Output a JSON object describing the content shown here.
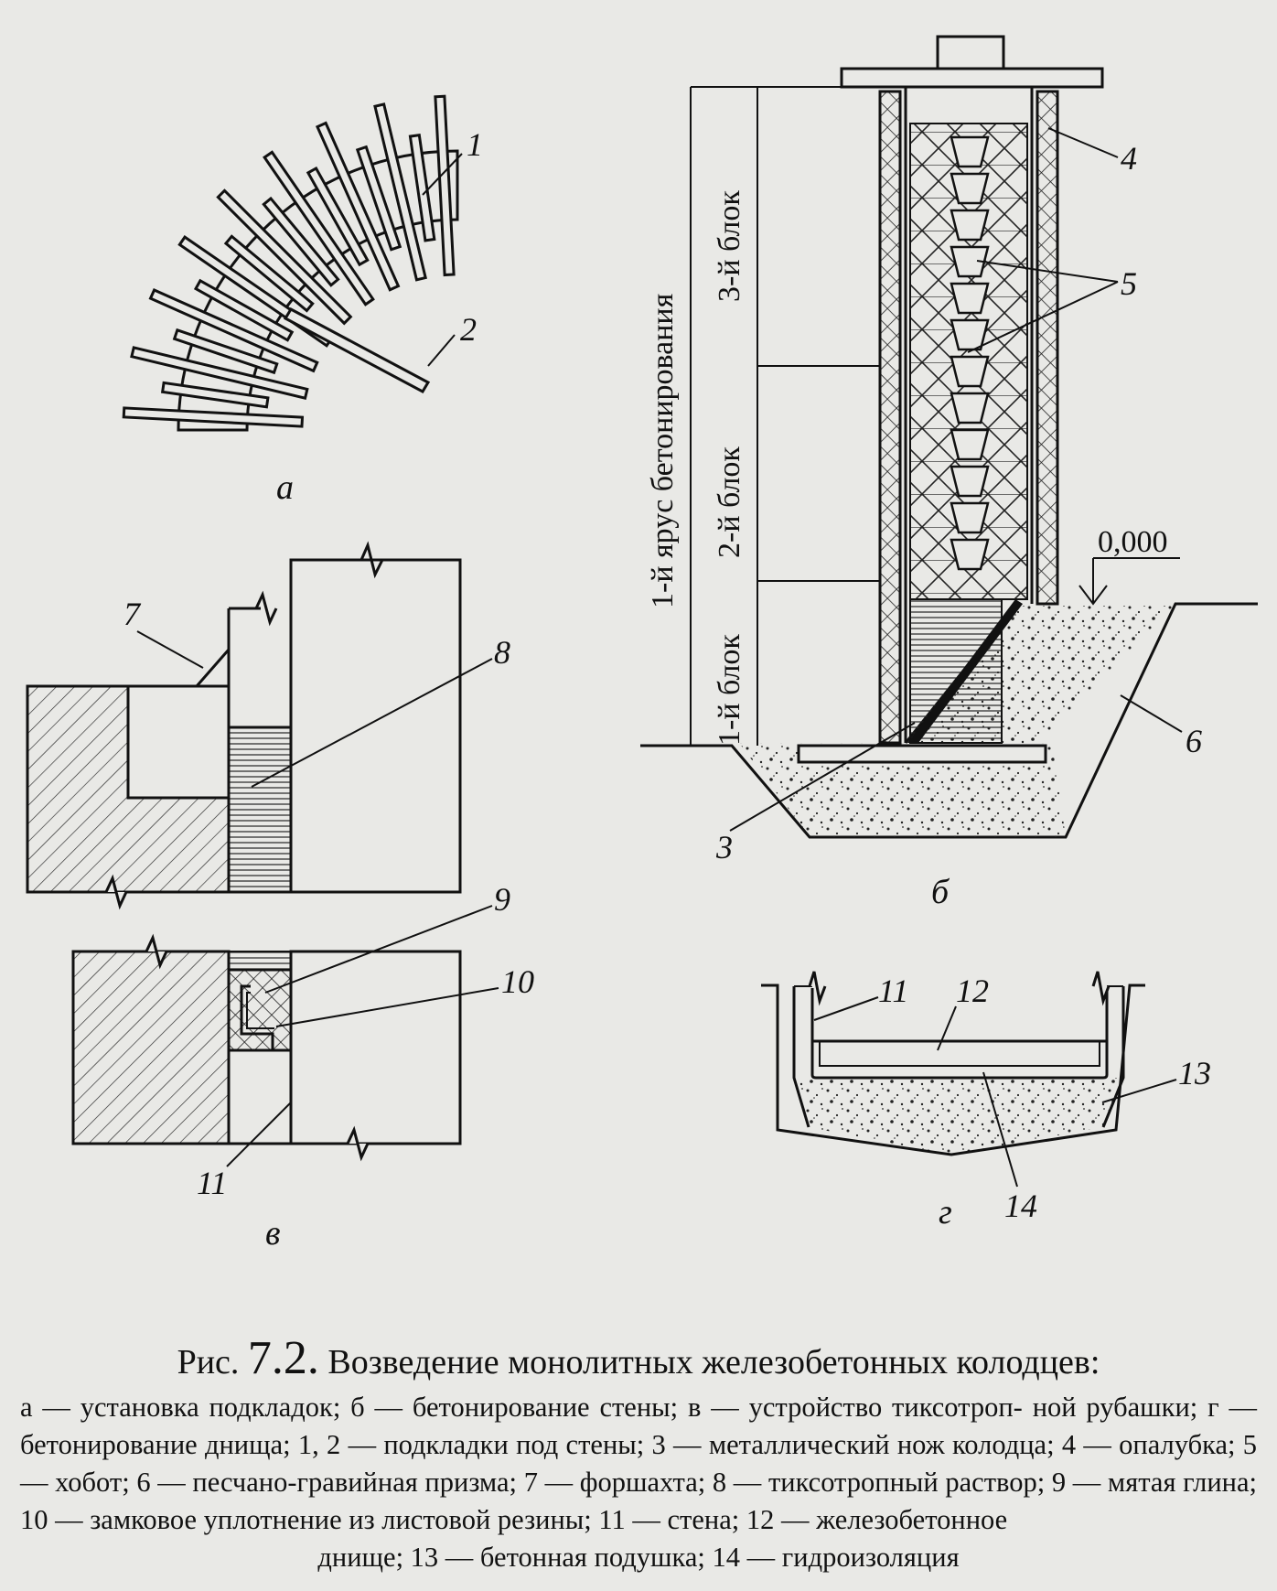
{
  "panels": {
    "a": "а",
    "b": "б",
    "v": "в",
    "g": "г"
  },
  "numbers": {
    "n1": "1",
    "n2": "2",
    "n3": "3",
    "n4": "4",
    "n5": "5",
    "n6": "6",
    "n7": "7",
    "n8": "8",
    "n9": "9",
    "n10": "10",
    "n11a": "11",
    "n11b": "11",
    "n12": "12",
    "n13": "13",
    "n14": "14"
  },
  "elevation": "0,000",
  "scale": {
    "tier": "1-й ярус бетонирования",
    "block1": "1-й блок",
    "block2": "2-й блок",
    "block3": "3-й блок"
  },
  "caption": {
    "prefix": "Рис.",
    "number": "7.2.",
    "title": "Возведение монолитных железобетонных колодцев:",
    "line1": "а — установка подкладок; б — бетонирование стены; в — устройство тиксотроп-",
    "line2": "ной рубашки; г — бетонирование днища; 1, 2 — подкладки под стены; 3 —",
    "line3": "металлический нож колодца; 4 — опалубка; 5 — хобот; 6 — песчано-гравийная",
    "line4": "призма; 7 — форшахта; 8 — тиксотропный раствор; 9 — мятая глина; 10 —",
    "line5": "замковое уплотнение из листовой резины; 11 — стена; 12 — железобетонное",
    "line6": "днище; 13 — бетонная подушка; 14 — гидроизоляция"
  }
}
